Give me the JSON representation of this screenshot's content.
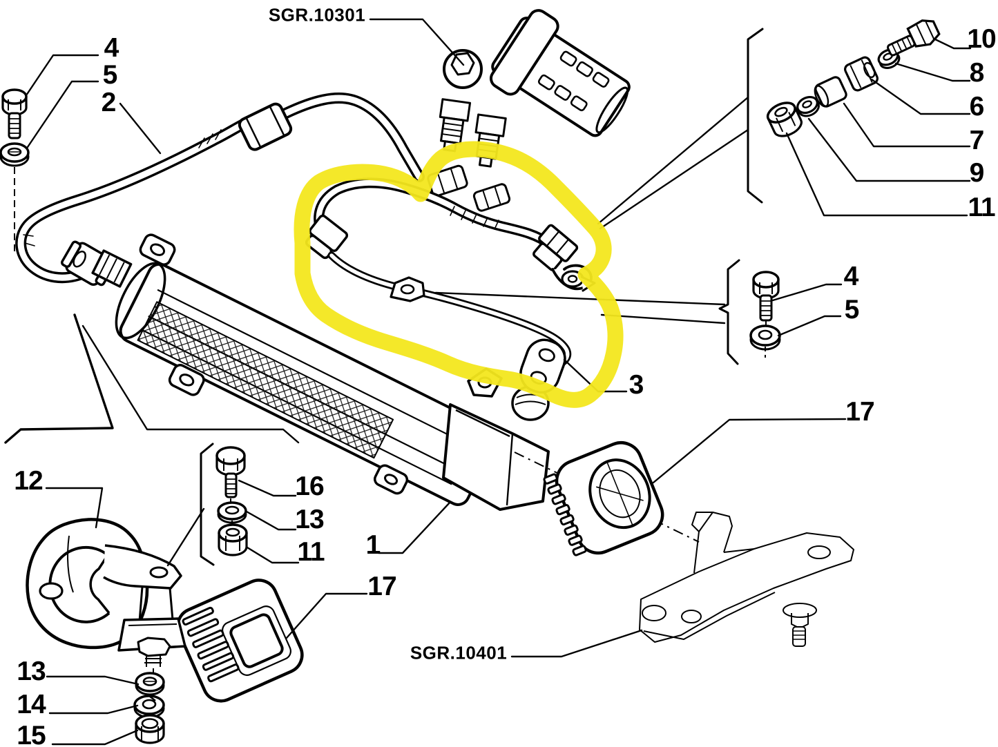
{
  "colors": {
    "background": "#ffffff",
    "line": "#000000",
    "highlight": "#f3e71e"
  },
  "references": {
    "sgr_top": "SGR.10301",
    "sgr_bottom": "SGR.10401"
  },
  "labels": {
    "n4a": "4",
    "n5a": "5",
    "n2": "2",
    "n10": "10",
    "n8": "8",
    "n6": "6",
    "n7": "7",
    "n9": "9",
    "n11a": "11",
    "n4b": "4",
    "n5b": "5",
    "n3": "3",
    "n17a": "17",
    "n12": "12",
    "n16": "16",
    "n13a": "13",
    "n11b": "11",
    "n1": "1",
    "n17b": "17",
    "n13b": "13",
    "n14": "14",
    "n15": "15"
  }
}
